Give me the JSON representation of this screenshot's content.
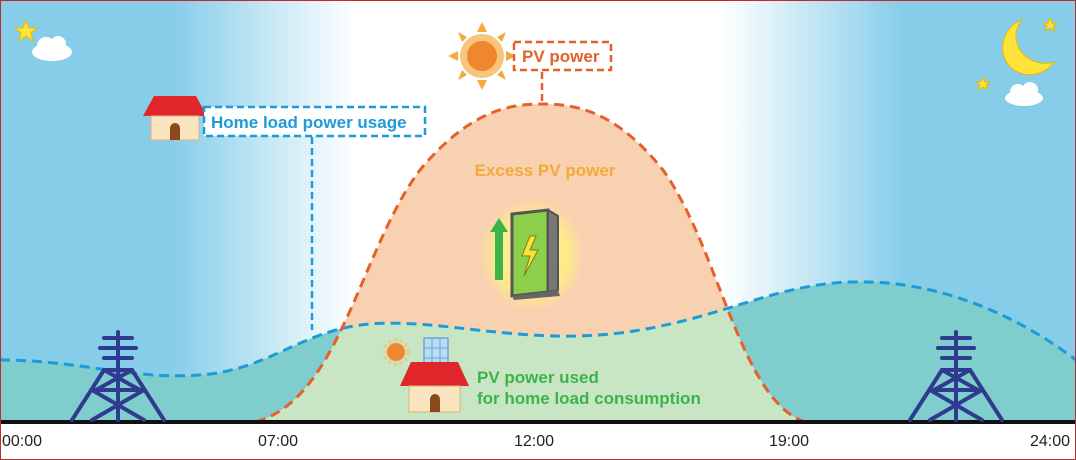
{
  "labels": {
    "pv_power": "PV power",
    "home_load": "Home load power usage",
    "excess_pv": "Excess PV power",
    "pv_used_line1": "PV power used",
    "pv_used_line2": "for home load consumption"
  },
  "time_axis": [
    "00:00",
    "07:00",
    "12:00",
    "19:00",
    "24:00"
  ],
  "colors": {
    "pv_curve": "#e5602a",
    "load_curve": "#1e9bd7",
    "excess_fill": "#f8d2b0",
    "used_fill": "#c8e6c4",
    "grid_fill": "#7fcdcd",
    "sky": "#85cdea",
    "pv_label": "#e5602a",
    "load_label": "#1e9bd7",
    "excess_label": "#f4a93a",
    "used_label": "#3cb44b",
    "tower": "#2f3b8f"
  },
  "icons": [
    "sun-icon",
    "house-icon",
    "house-with-solar-panel-icon",
    "battery-charging-icon",
    "power-tower-icon",
    "moon-icon",
    "star-icon",
    "cloud-icon"
  ]
}
